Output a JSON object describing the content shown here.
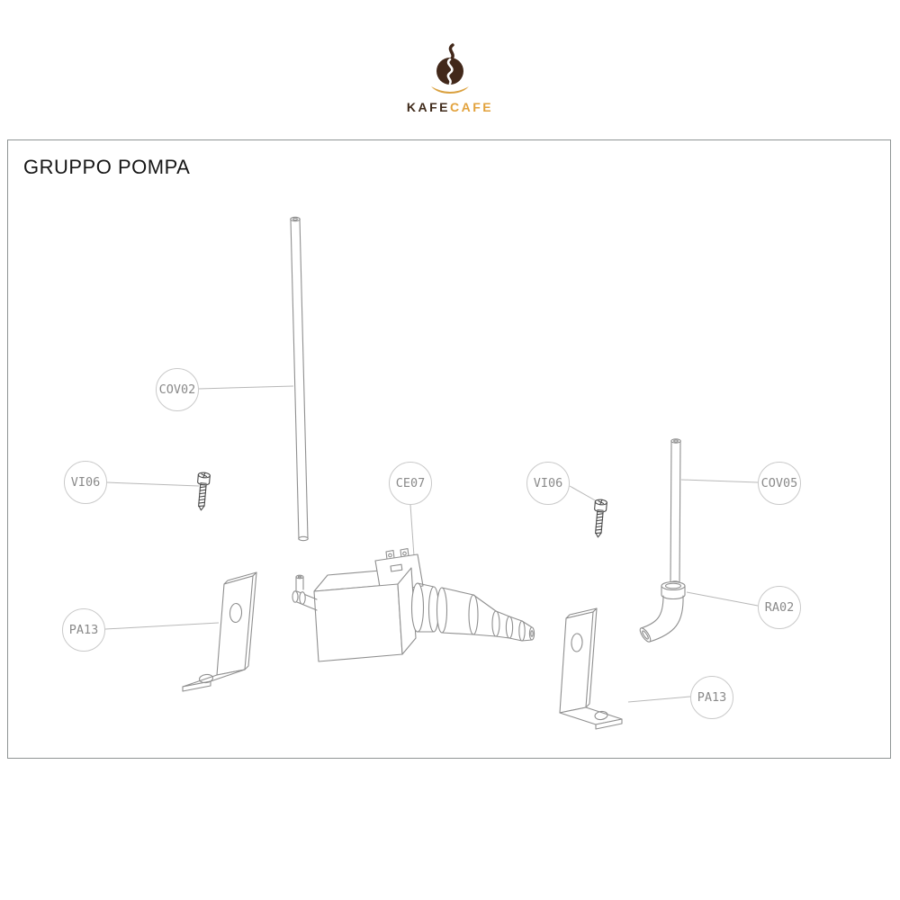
{
  "logo": {
    "kafe": "KAFE",
    "cafe": "CAFE",
    "kafe_color": "#3f2a1a",
    "cafe_color": "#e2a23c"
  },
  "diagram": {
    "title": "GRUPPO POMPA",
    "line_color": "#8f8f8f",
    "callout_border_color": "#c9c9c9",
    "callout_text_color": "#8a8a8a",
    "callouts": [
      {
        "part": "long-tube",
        "label": "COV02"
      },
      {
        "part": "screw-left",
        "label": "VI06"
      },
      {
        "part": "pump",
        "label": "CE07"
      },
      {
        "part": "screw-right",
        "label": "VI06"
      },
      {
        "part": "short-tube",
        "label": "COV05"
      },
      {
        "part": "elbow-fitting",
        "label": "RA02"
      },
      {
        "part": "bracket-left",
        "label": "PA13"
      },
      {
        "part": "bracket-right",
        "label": "PA13"
      }
    ]
  }
}
